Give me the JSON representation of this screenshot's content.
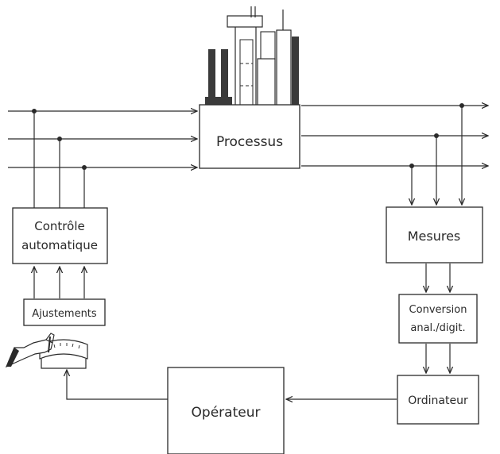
{
  "diagram": {
    "colors": {
      "ink": "#2a2a2a",
      "background": "#ffffff",
      "factory_dark": "#3a3a3a"
    },
    "nodes": {
      "processus": "Processus",
      "controle_line1": "Contrôle",
      "controle_line2": "automatique",
      "ajustements": "Ajustements",
      "mesures": "Mesures",
      "conversion_line1": "Conversion",
      "conversion_line2": "anal./digit.",
      "ordinateur": "Ordinateur",
      "operateur": "Opérateur"
    },
    "icons": [
      "factory-icon",
      "hand-icon",
      "dial-icon"
    ]
  }
}
